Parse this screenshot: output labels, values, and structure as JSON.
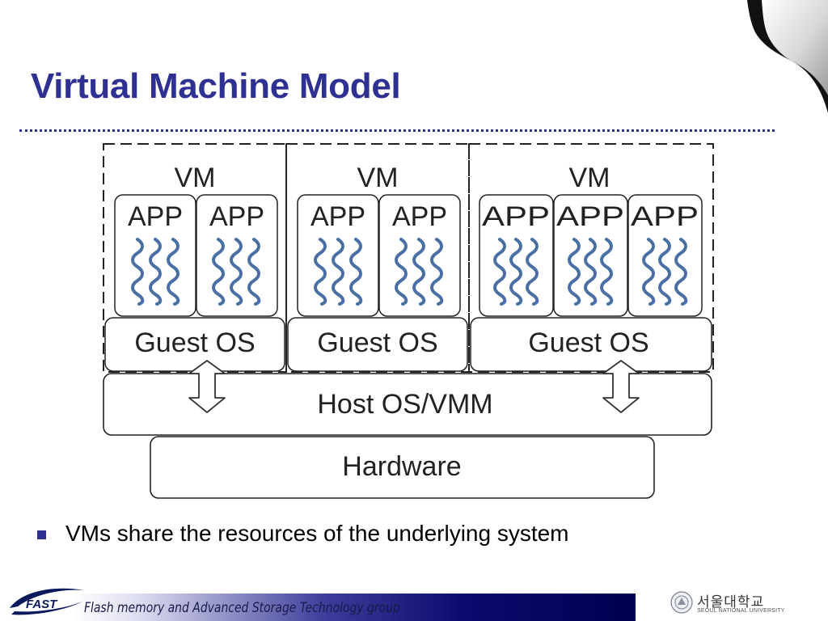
{
  "slide": {
    "title": "Virtual Machine Model",
    "bullets": [
      "VMs share the resources of the underlying system"
    ]
  },
  "diagram": {
    "vms": [
      {
        "label": "VM",
        "apps": [
          "APP",
          "APP"
        ],
        "guest_os": "Guest OS"
      },
      {
        "label": "VM",
        "apps": [
          "APP",
          "APP"
        ],
        "guest_os": "Guest OS"
      },
      {
        "label": "VM",
        "apps": [
          "APP",
          "APP",
          "APP"
        ],
        "guest_os": "Guest OS"
      }
    ],
    "host_layer": "Host OS/VMM",
    "hardware_layer": "Hardware"
  },
  "footer": {
    "logo_text": "FAST",
    "group_name": "Flash memory and Advanced Storage Technology group",
    "university_korean": "서울대학교",
    "university_english": "SEOUL NATIONAL UNIVERSITY"
  },
  "colors": {
    "title": "#2e3192",
    "wave": "#4a6fa5",
    "footer_band_dark": "#000050"
  }
}
